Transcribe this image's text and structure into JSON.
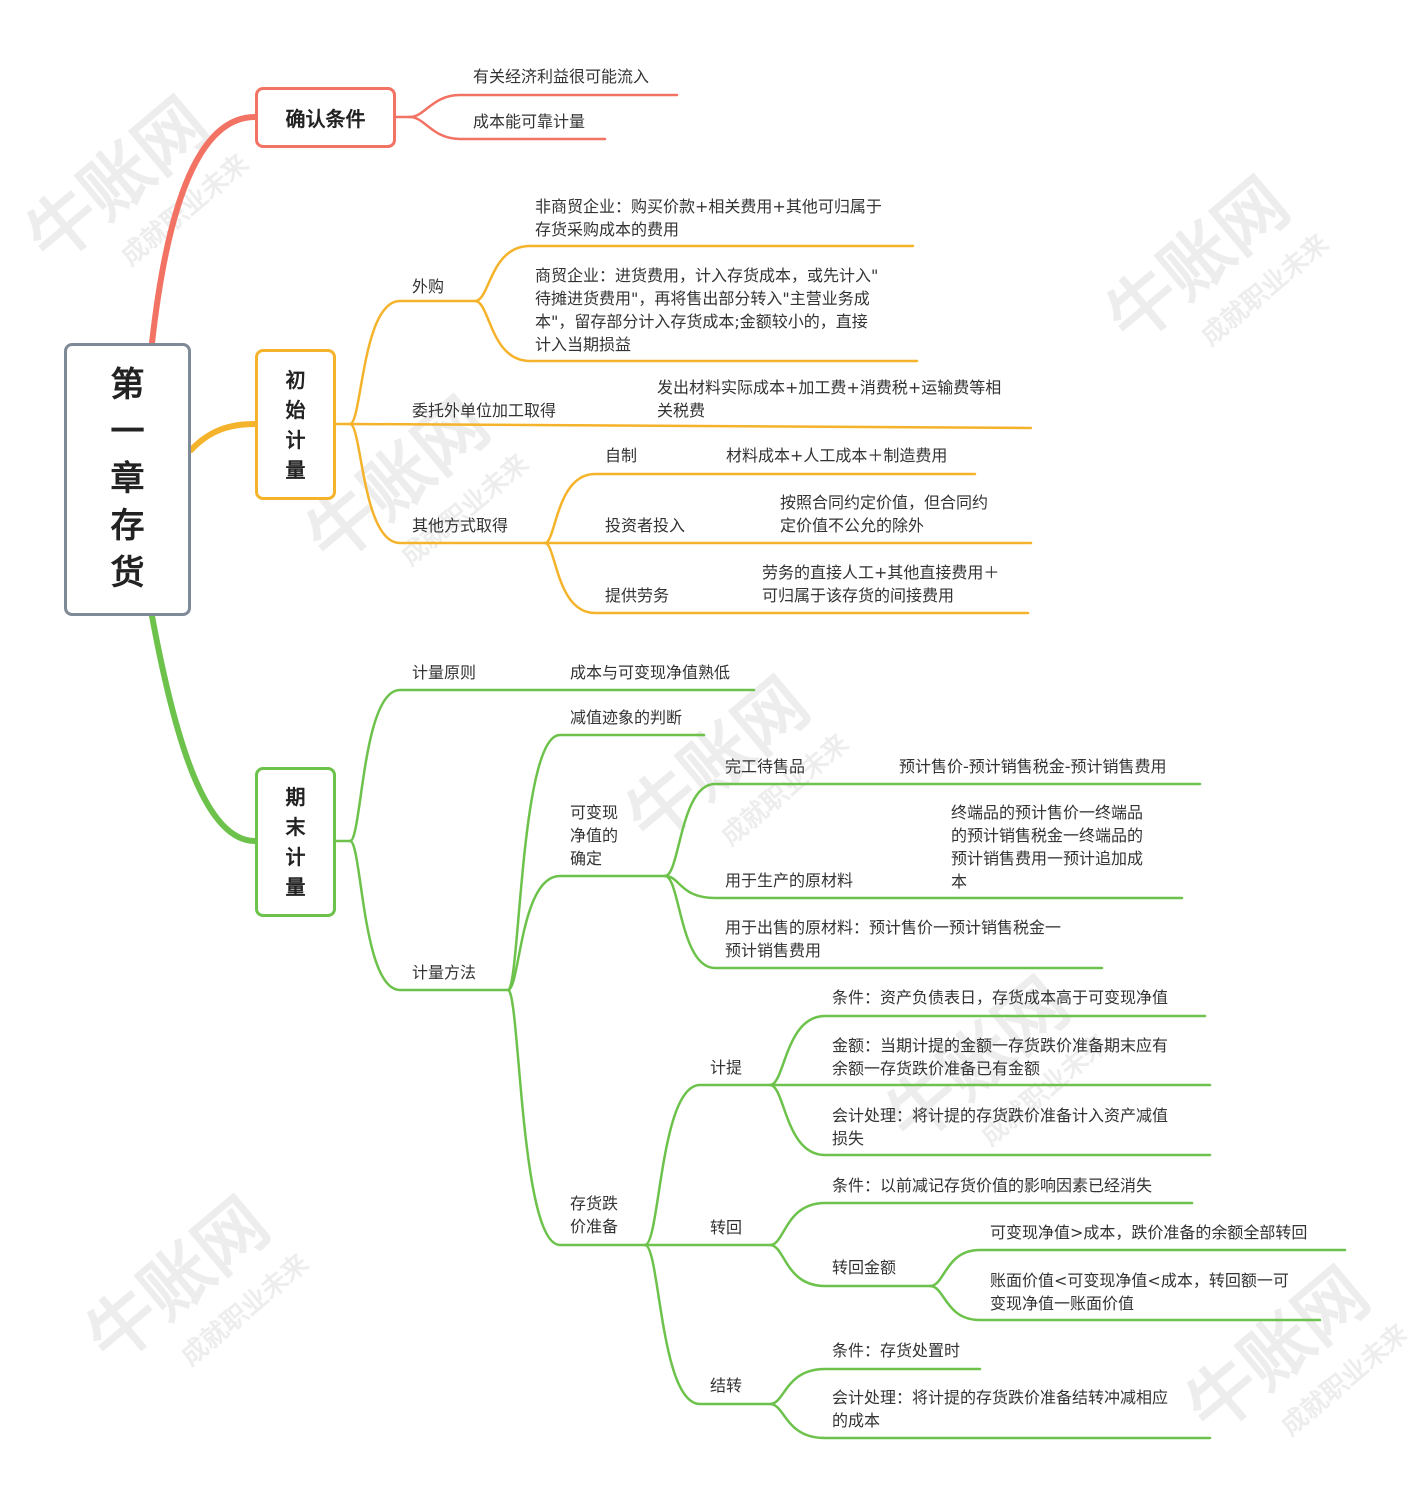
{
  "root": {
    "title": "第一章存货"
  },
  "branches": {
    "confirm": {
      "title": "确认条件",
      "items": [
        "有关经济利益很可能流入",
        "成本能可靠计量"
      ]
    },
    "initial": {
      "title": "初始计量",
      "purchase": {
        "label": "外购",
        "non_trade": "非商贸企业：购买价款+相关费用+其他可归属于\n存货采购成本的费用",
        "trade": "商贸企业：进货费用，计入存货成本，或先计入\"\n待摊进货费用\"，再将售出部分转入\"主营业务成\n本\"，留存部分计入存货成本;金额较小的，直接\n计入当期损益"
      },
      "outsourced": {
        "label": "委托外单位加工取得",
        "detail": "发出材料实际成本+加工费+消费税+运输费等相\n关税费"
      },
      "other": {
        "label": "其他方式取得",
        "self_made": {
          "label": "自制",
          "detail": "材料成本+人工成本＋制造费用"
        },
        "investor": {
          "label": "投资者投入",
          "detail": "按照合同约定价值，但合同约\n定价值不公允的除外"
        },
        "service": {
          "label": "提供劳务",
          "detail": "劳务的直接人工+其他直接费用＋\n可归属于该存货的间接费用"
        }
      }
    },
    "end": {
      "title": "期末计量",
      "principle": {
        "label": "计量原则",
        "detail": "成本与可变现净值熟低"
      },
      "method": {
        "label": "计量方法",
        "impairment_sign": "减值迹象的判断",
        "nrv": {
          "label": "可变现\n净值的\n确定",
          "finished": {
            "label": "完工待售品",
            "detail": "预计售价-预计销售税金-预计销售费用"
          },
          "production_material": {
            "label": "用于生产的原材料",
            "detail": "终端品的预计售价一终端品\n的预计销售税金一终端品的\n预计销售费用一预计追加成\n本"
          },
          "sale_material": "用于出售的原材料：预计售价一预计销售税金一\n预计销售费用"
        },
        "reserve": {
          "label": "存货跌\n价准备",
          "accrual": {
            "label": "计提",
            "condition": "条件：资产负债表日，存货成本高于可变现净值",
            "amount": "金额：当期计提的金额一存货跌价准备期末应有\n余额一存货跌价准备已有金额",
            "accounting": "会计处理：将计提的存货跌价准备计入资产减值\n损失"
          },
          "reversal": {
            "label": "转回",
            "condition": "条件：以前减记存货价值的影响因素已经消失",
            "amount": {
              "label": "转回金额",
              "full": "可变现净值>成本，跌价准备的余额全部转回",
              "partial": "账面价值<可变现净值<成本，转回额一可\n变现净值一账面价值"
            }
          },
          "transfer": {
            "label": "结转",
            "condition": "条件：存货处置时",
            "accounting": "会计处理：将计提的存货跌价准备结转冲减相应\n的成本"
          }
        }
      }
    }
  },
  "watermark": {
    "brand": "牛账网",
    "slogan": "成就职业未来"
  },
  "colors": {
    "confirm": "#f27263",
    "initial": "#f5b32b",
    "end": "#6cc24a",
    "root_border": "#7f8a99"
  }
}
